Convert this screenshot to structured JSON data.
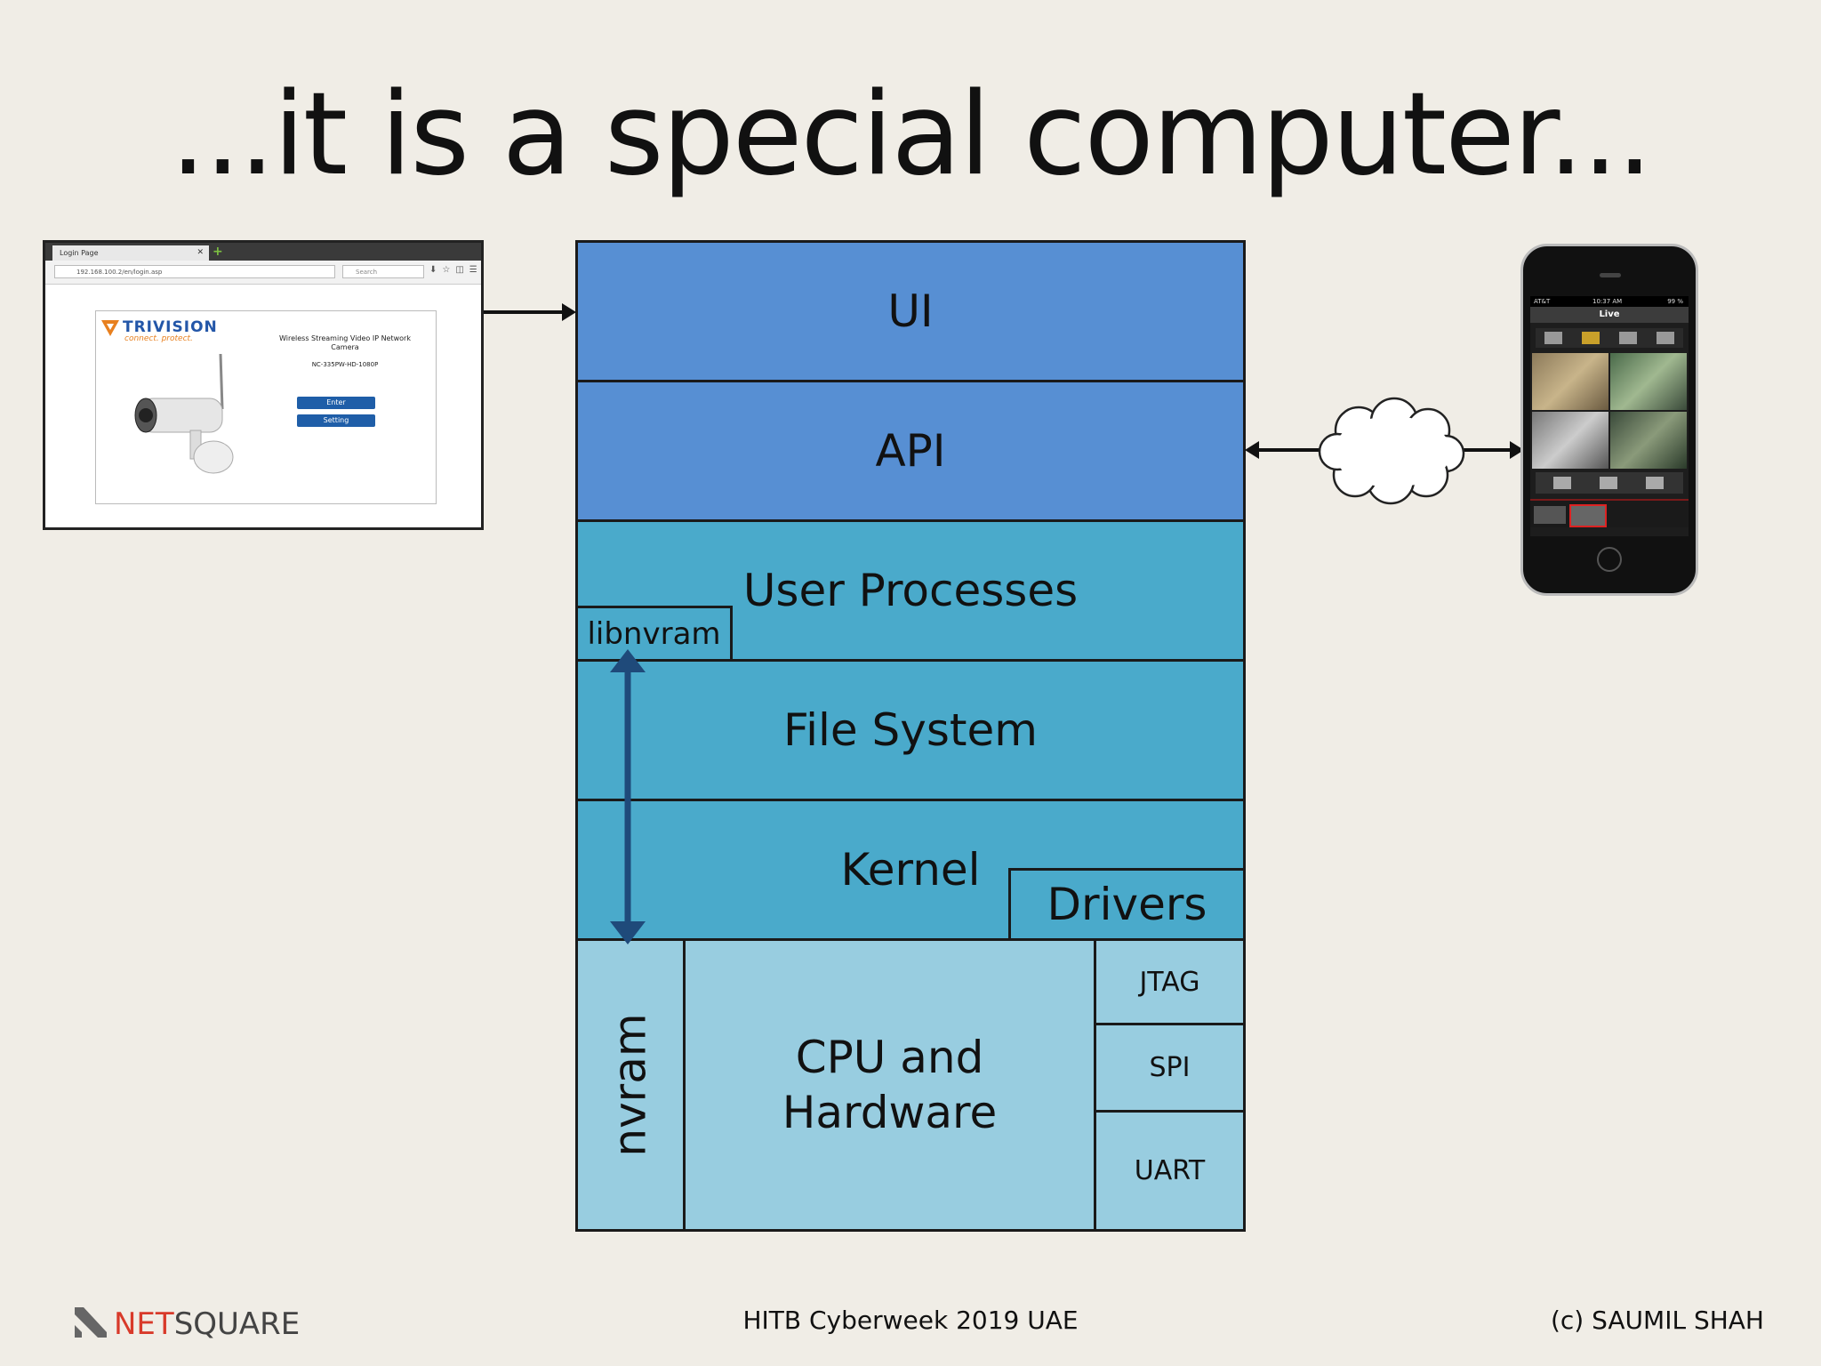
{
  "title": "...it is a special computer...",
  "stack": {
    "ui": "UI",
    "api": "API",
    "user_processes": "User Processes",
    "libnvram": "libnvram",
    "file_system": "File System",
    "kernel": "Kernel",
    "drivers": "Drivers",
    "nvram": "nvram",
    "cpu_line1": "CPU and",
    "cpu_line2": "Hardware",
    "jtag": "JTAG",
    "spi": "SPI",
    "uart": "UART"
  },
  "browser": {
    "tab_label": "Login Page",
    "url": "192.168.100.2/en/login.asp",
    "search_placeholder": "Search",
    "logo": "TRIVISION",
    "logo_tag": "connect. protect.",
    "camera_title": "Wireless Streaming Video IP Network Camera",
    "camera_model": "NC-335PW-HD-1080P",
    "enter_label": "Enter",
    "setting_label": "Setting"
  },
  "phone": {
    "carrier": "AT&T",
    "time": "10:37 AM",
    "battery": "99 %",
    "screen_title": "Live"
  },
  "footer": {
    "brand_net": "NET",
    "brand_square": "SQUARE",
    "event": "HITB Cyberweek 2019 UAE",
    "copyright": "(c) SAUMIL SHAH"
  },
  "colors": {
    "top_layers": "#578fd3",
    "middle_layers": "#4aaacb",
    "hardware_layers": "#98cde0",
    "nvram_arrow": "#1f4a7a"
  }
}
